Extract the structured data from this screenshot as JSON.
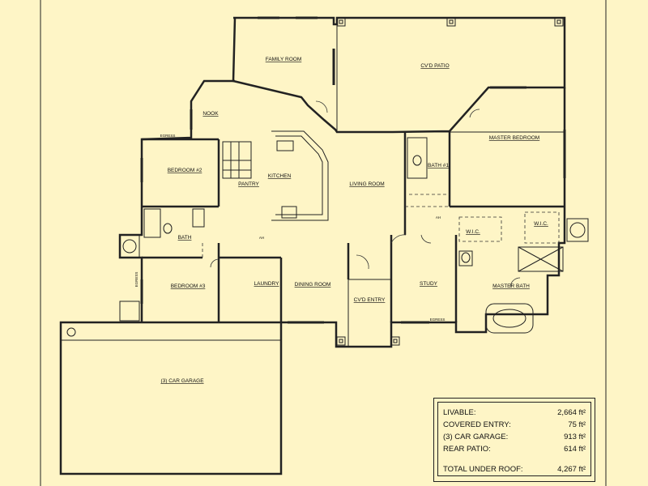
{
  "rooms": {
    "family_room": "FAMILY ROOM",
    "covered_patio": "CV'D PATIO",
    "nook": "NOOK",
    "master_bedroom": "MASTER BEDROOM",
    "bedroom2": "BEDROOM #2",
    "kitchen": "KITCHEN",
    "pantry": "PANTRY",
    "living_room": "LIVING ROOM",
    "bath1": "BATH #1",
    "bath": "BATH",
    "wic1": "W.I.C.",
    "wic2": "W.I.C.",
    "bedroom3": "BEDROOM #3",
    "laundry": "LAUNDRY",
    "dining_room": "DINING ROOM",
    "study": "STUDY",
    "master_bath": "MASTER BATH",
    "covered_entry": "CV'D ENTRY",
    "garage": "(3) CAR GARAGE"
  },
  "small_labels": {
    "ah1": "AH",
    "ah2": "AH",
    "egress1": "EGRESS",
    "egress2": "EGRESS",
    "egress3": "EGRESS"
  },
  "area_table": {
    "rows": [
      {
        "label": "LIVABLE:",
        "value": "2,664 ft²"
      },
      {
        "label": "COVERED ENTRY:",
        "value": "75 ft²"
      },
      {
        "label": "(3) CAR GARAGE:",
        "value": "913 ft²"
      },
      {
        "label": "REAR PATIO:",
        "value": "614 ft²"
      }
    ],
    "total_label": "TOTAL UNDER ROOF:",
    "total_value": "4,267 ft²"
  }
}
